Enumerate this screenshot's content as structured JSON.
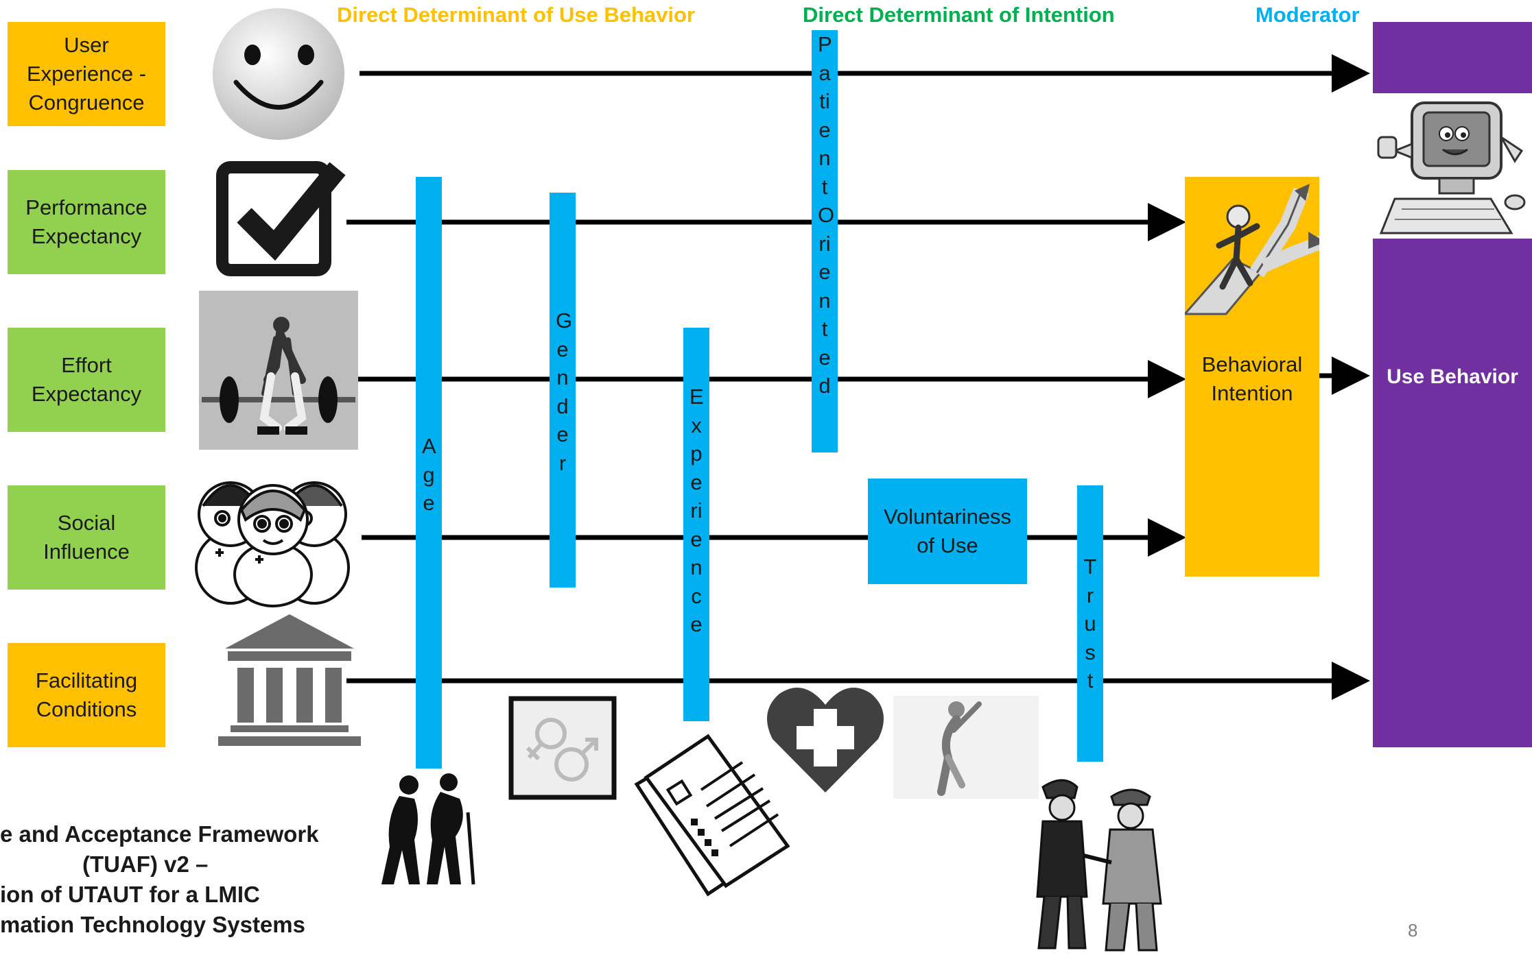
{
  "headers": {
    "use_behavior_determinant": "Direct Determinant of Use Behavior",
    "intention_determinant": "Direct Determinant of Intention",
    "moderator": "Moderator"
  },
  "determinants": [
    {
      "label": "User Experience - Congruence",
      "color": "#FFC000"
    },
    {
      "label": "Performance Expectancy",
      "color": "#92D050"
    },
    {
      "label": "Effort Expectancy",
      "color": "#92D050"
    },
    {
      "label": "Social Influence",
      "color": "#92D050"
    },
    {
      "label": "Facilitating Conditions",
      "color": "#FFC000"
    }
  ],
  "moderators": {
    "age": "Age",
    "gender": "Gender",
    "experience": "Experience",
    "patient_oriented": "PatientOriented",
    "voluntariness": "Voluntariness of Use",
    "trust": "Trust"
  },
  "behavioral_intention": "Behavioral Intention",
  "use_behavior": "Use Behavior",
  "footer": {
    "title_lines": [
      "e and Acceptance Framework",
      "(TUAF) v2 –",
      "ion of UTAUT for a LMIC",
      "mation Technology Systems"
    ],
    "page_number": "8"
  },
  "colors": {
    "header_use_behavior": "#FFC000",
    "header_intention": "#00B050",
    "header_moderator": "#00B0F0",
    "moderator_bar": "#00B0F0",
    "intention_box": "#FFC000",
    "use_box": "#7030A0"
  },
  "icons": [
    "smiley-face-icon",
    "checkbox-check-icon",
    "weightlifter-icon",
    "nurses-icon",
    "institution-building-icon",
    "computer-mascot-icon",
    "running-figure-icon",
    "elderly-couple-icon",
    "gender-symbols-icon",
    "cv-documents-icon",
    "heart-cross-icon",
    "raising-hand-figure-icon",
    "police-figures-icon"
  ]
}
